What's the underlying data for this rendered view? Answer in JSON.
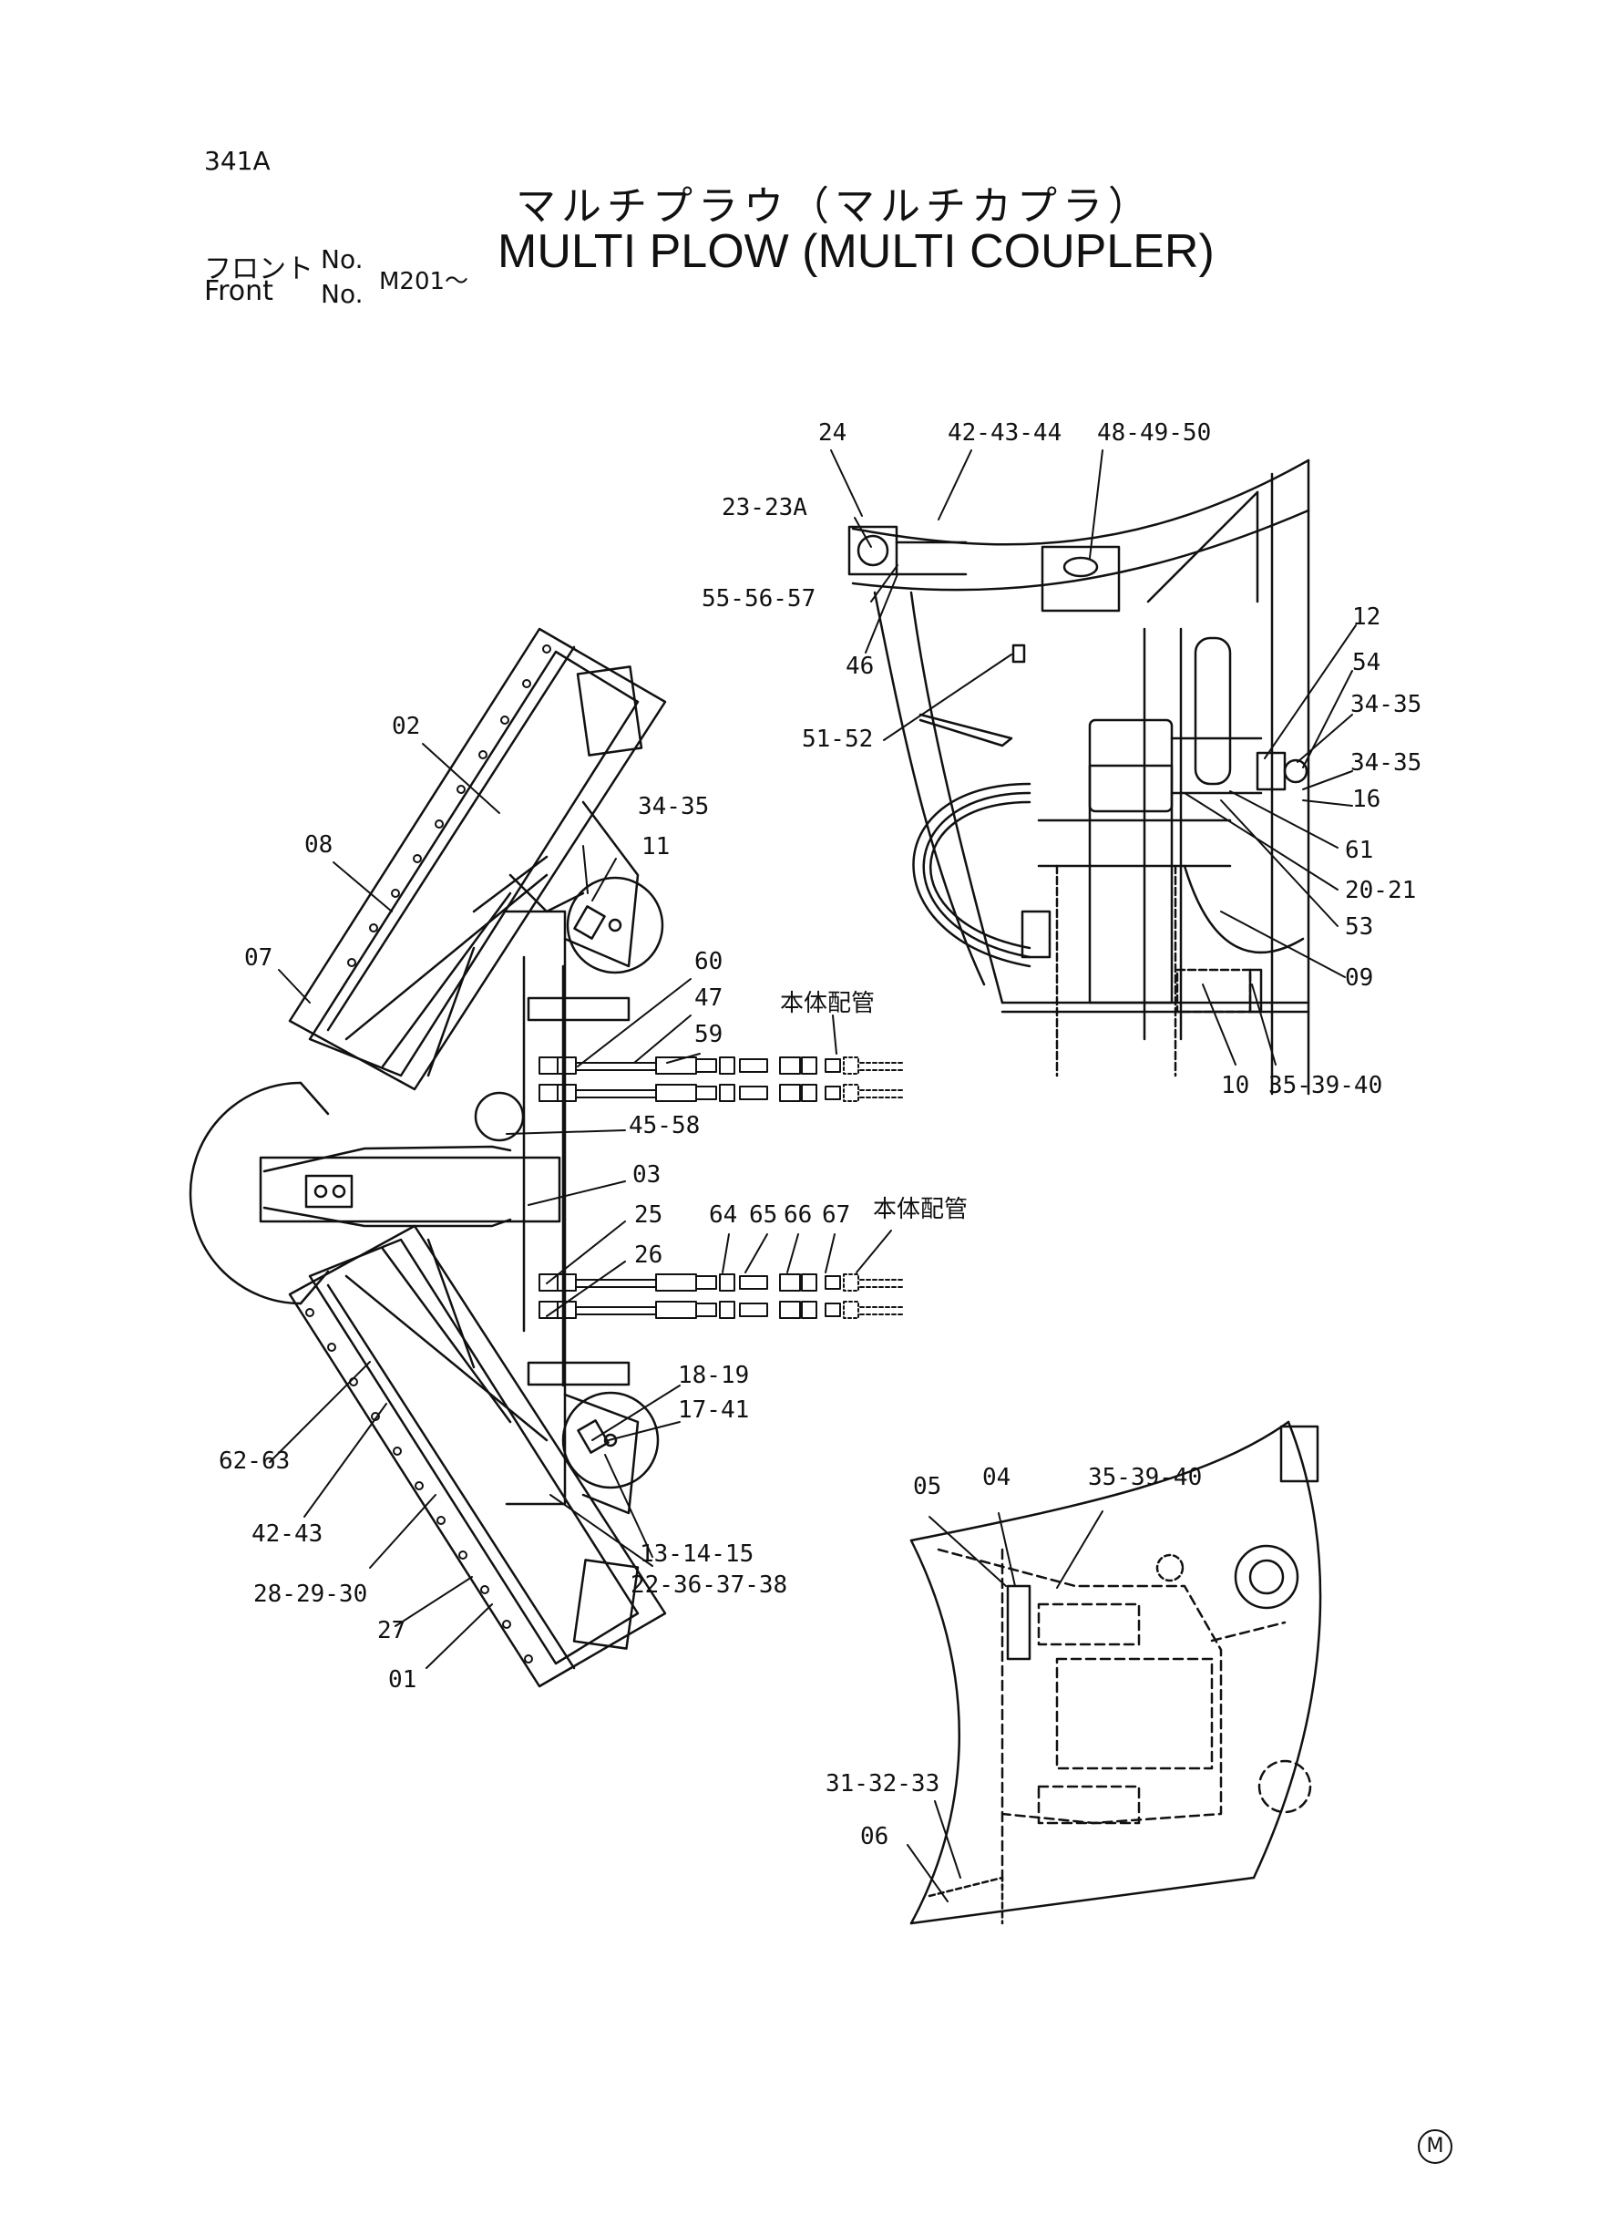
{
  "header": {
    "page_code": "341A",
    "title_jp": "マルチプラウ（マルチカプラ）",
    "title_en": "MULTI PLOW (MULTI COUPLER)",
    "front_label_jp": "フロント",
    "front_label_en": "Front",
    "no_label": "No.",
    "front_no": "M201～"
  },
  "callouts": {
    "c24": "24",
    "c42_43_44": "42-43-44",
    "c48_49_50": "48-49-50",
    "c23_23A": "23-23A",
    "c55_56_57": "55-56-57",
    "c46": "46",
    "c12": "12",
    "c54": "54",
    "c34_35_a": "34-35",
    "c34_35_b": "34-35",
    "c16": "16",
    "c51_52": "51-52",
    "c61": "61",
    "c20_21": "20-21",
    "c53": "53",
    "c09": "09",
    "c10": "10",
    "c35_39_40_a": "35-39-40",
    "c02": "02",
    "c34_35_c": "34-35",
    "c11": "11",
    "c08": "08",
    "c07": "07",
    "c60": "60",
    "c47": "47",
    "c59": "59",
    "c_body_piping_a": "本体配管",
    "c45_58": "45-58",
    "c03": "03",
    "c25": "25",
    "c26": "26",
    "c64": "64",
    "c65": "65",
    "c66": "66",
    "c67": "67",
    "c_body_piping_b": "本体配管",
    "c18_19": "18-19",
    "c17_41": "17-41",
    "c62_63": "62-63",
    "c42_43": "42-43",
    "c13_14_15": "13-14-15",
    "c28_29_30": "28-29-30",
    "c22_36_37_38": "22-36-37-38",
    "c27": "27",
    "c01": "01",
    "c05": "05",
    "c04": "04",
    "c35_39_40_b": "35-39-40",
    "c31_32_33": "31-32-33",
    "c06": "06"
  },
  "footer": {
    "mark": "M"
  }
}
